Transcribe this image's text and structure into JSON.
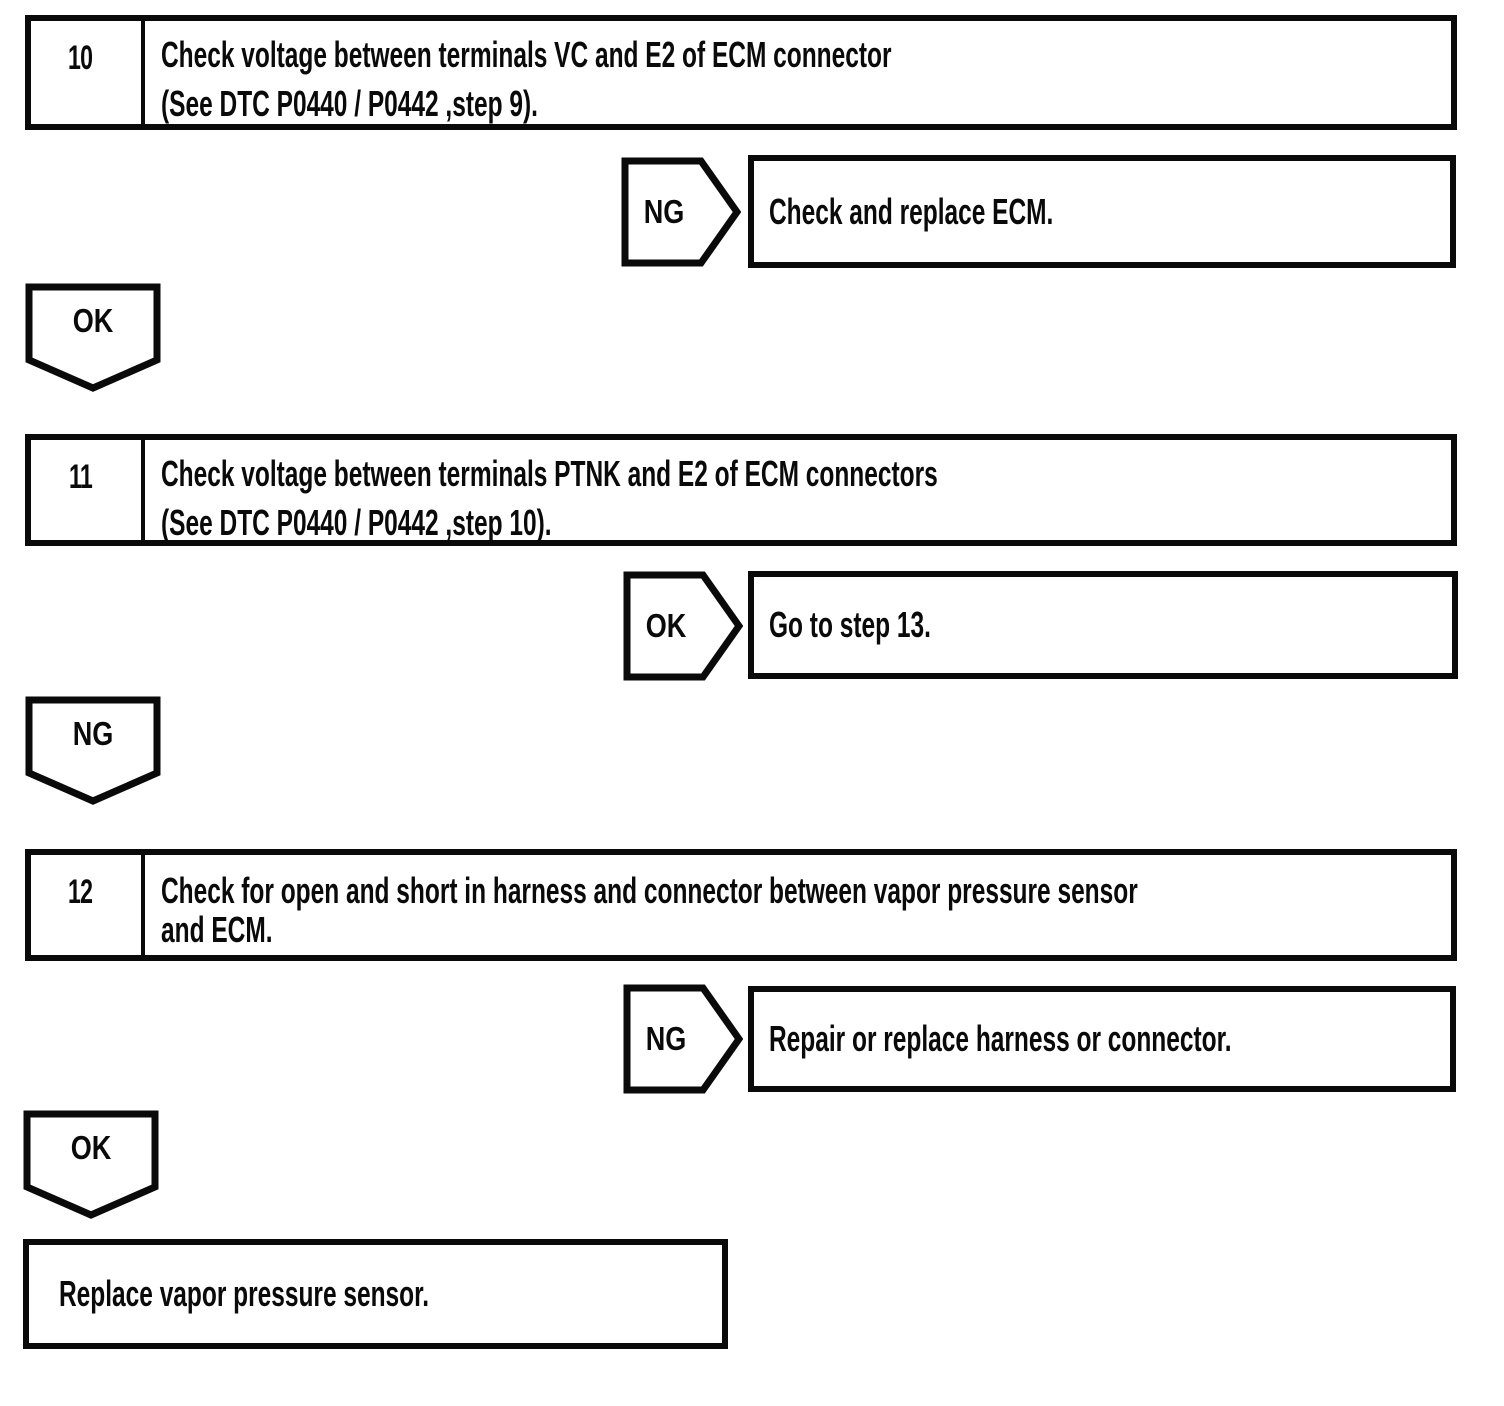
{
  "document": {
    "kind": "diagnostic-flowchart",
    "background_color": "#ffffff",
    "ink_color": "#0a0a0a"
  },
  "flowchart": {
    "steps": [
      {
        "number": "10",
        "title": "Check voltage between terminals VC and E2 of ECM connector",
        "subtitle": "(See DTC P0440 / P0442 ,step 9).",
        "branch_label": "NG",
        "branch_result": "Check and replace ECM.",
        "continue_label": "OK"
      },
      {
        "number": "11",
        "title": "Check voltage between terminals PTNK and E2 of ECM connectors",
        "subtitle": "(See DTC P0440 / P0442 ,step 10).",
        "branch_label": "OK",
        "branch_result": "Go to step 13.",
        "continue_label": "NG"
      },
      {
        "number": "12",
        "title": "Check for open and short in harness and connector between vapor pressure sensor and ECM.",
        "subtitle": "",
        "branch_label": "NG",
        "branch_result": "Repair or replace harness or connector.",
        "continue_label": "OK"
      }
    ],
    "final_action": "Replace vapor pressure sensor."
  }
}
